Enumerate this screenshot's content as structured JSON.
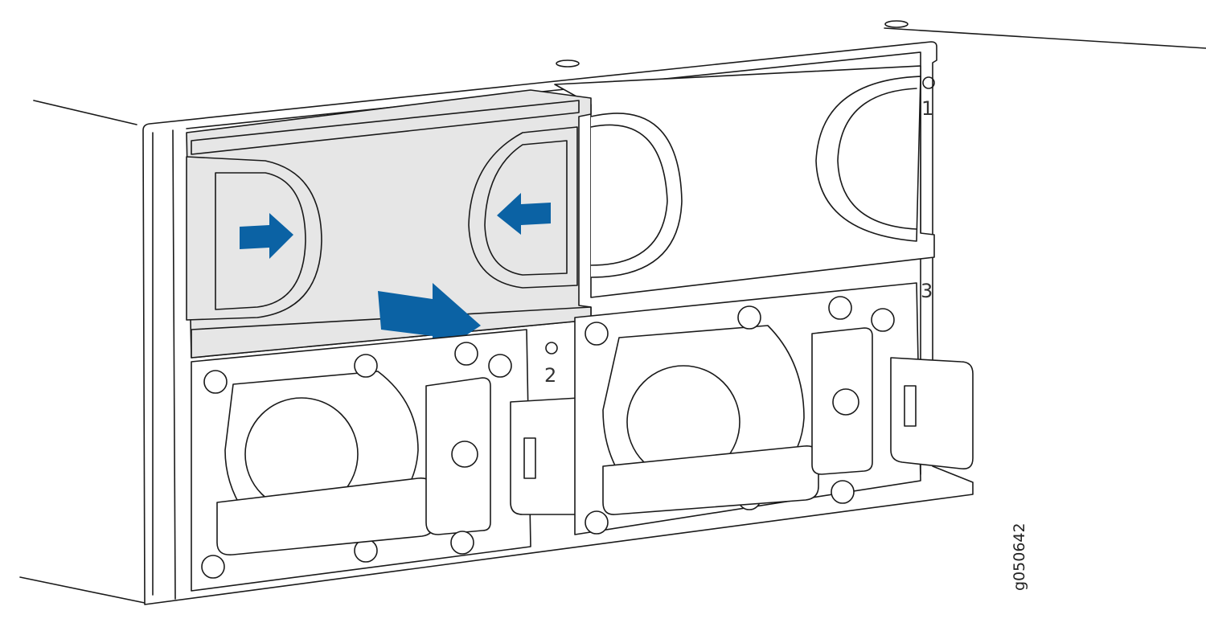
{
  "figure": {
    "slot_labels": [
      "1",
      "2",
      "3"
    ],
    "figure_id": "g050642",
    "arrow_color": "#0b62a4",
    "panel_color": "#e6e6e6"
  }
}
